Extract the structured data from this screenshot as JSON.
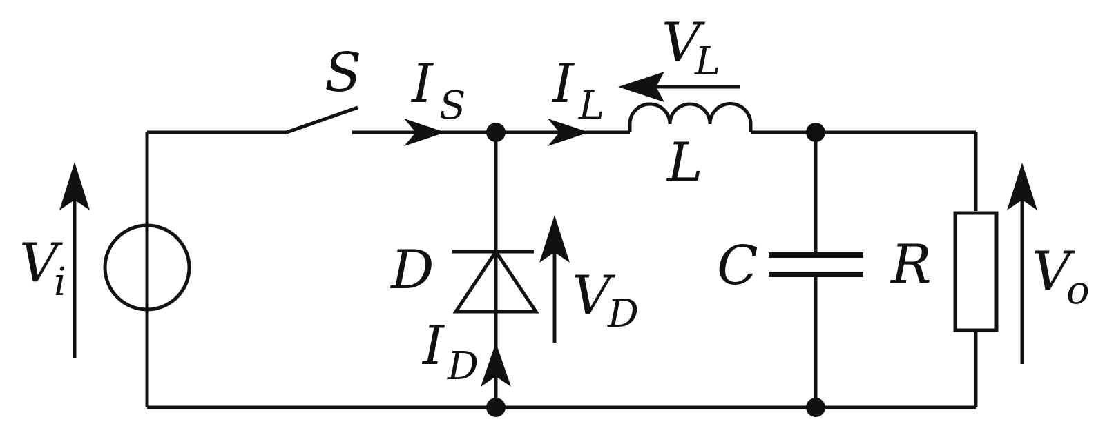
{
  "diagram": {
    "labels": {
      "switch": "S",
      "switch_current": "I",
      "switch_current_sub": "S",
      "inductor_current": "I",
      "inductor_current_sub": "L",
      "inductor_voltage": "V",
      "inductor_voltage_sub": "L",
      "inductor": "L",
      "input_voltage": "V",
      "input_voltage_sub": "i",
      "diode": "D",
      "diode_voltage": "V",
      "diode_voltage_sub": "D",
      "diode_current": "I",
      "diode_current_sub": "D",
      "capacitor": "C",
      "resistor": "R",
      "output_voltage": "V",
      "output_voltage_sub": "o"
    },
    "colors": {
      "ink": "#111111",
      "background": "#ffffff"
    }
  }
}
